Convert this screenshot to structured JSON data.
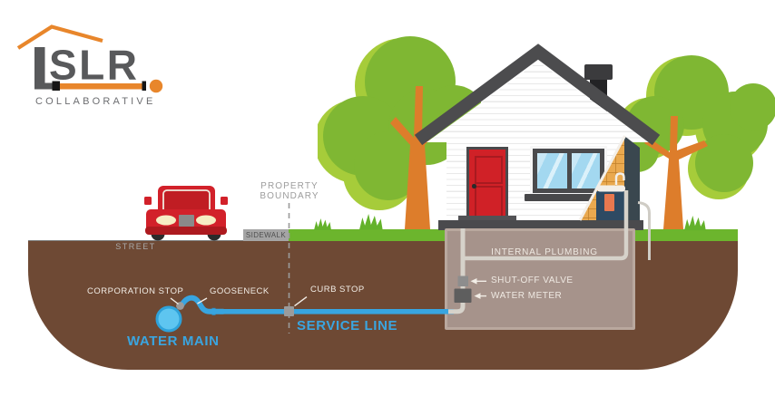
{
  "logo": {
    "acronym": "LSLR",
    "acronym_text": "SLR",
    "subtitle": "COLLABORATIVE"
  },
  "diagram": {
    "above_ground": {
      "street": "STREET",
      "sidewalk": "SIDEWALK",
      "property_boundary": [
        "PROPERTY",
        "BOUNDARY"
      ]
    },
    "below_ground": {
      "corporation_stop": "CORPORATION STOP",
      "gooseneck": "GOOSENECK",
      "curb_stop": "CURB STOP",
      "water_main": "WATER MAIN",
      "service_line": "SERVICE LINE"
    },
    "house": {
      "internal_plumbing": "INTERNAL PLUMBING",
      "shut_off_valve": "SHUT-OFF VALVE",
      "water_meter": "WATER METER"
    },
    "colors": {
      "soil_brown": "#6E4934",
      "grass_green": "#6CB52D",
      "tree_canopy_green": "#7FB733",
      "tree_canopy_light_green": "#A6CC3A",
      "tree_trunk_orange": "#DD7D2B",
      "street_gray": "#7F7F7F",
      "sidewalk_gray": "#A5A5A5",
      "service_line_blue": "#38A5E0",
      "water_main_blue": "#5EC5F0",
      "roof_gray": "#4C4C4E",
      "door_red": "#D02127",
      "car_red": "#D2212A",
      "basement_tan": "#A6938B",
      "pipe_light_gray": "#D6D2CA",
      "label_white": "#F2EDE6",
      "logo_orange": "#E8862B",
      "logo_gray": "#58595B"
    }
  }
}
